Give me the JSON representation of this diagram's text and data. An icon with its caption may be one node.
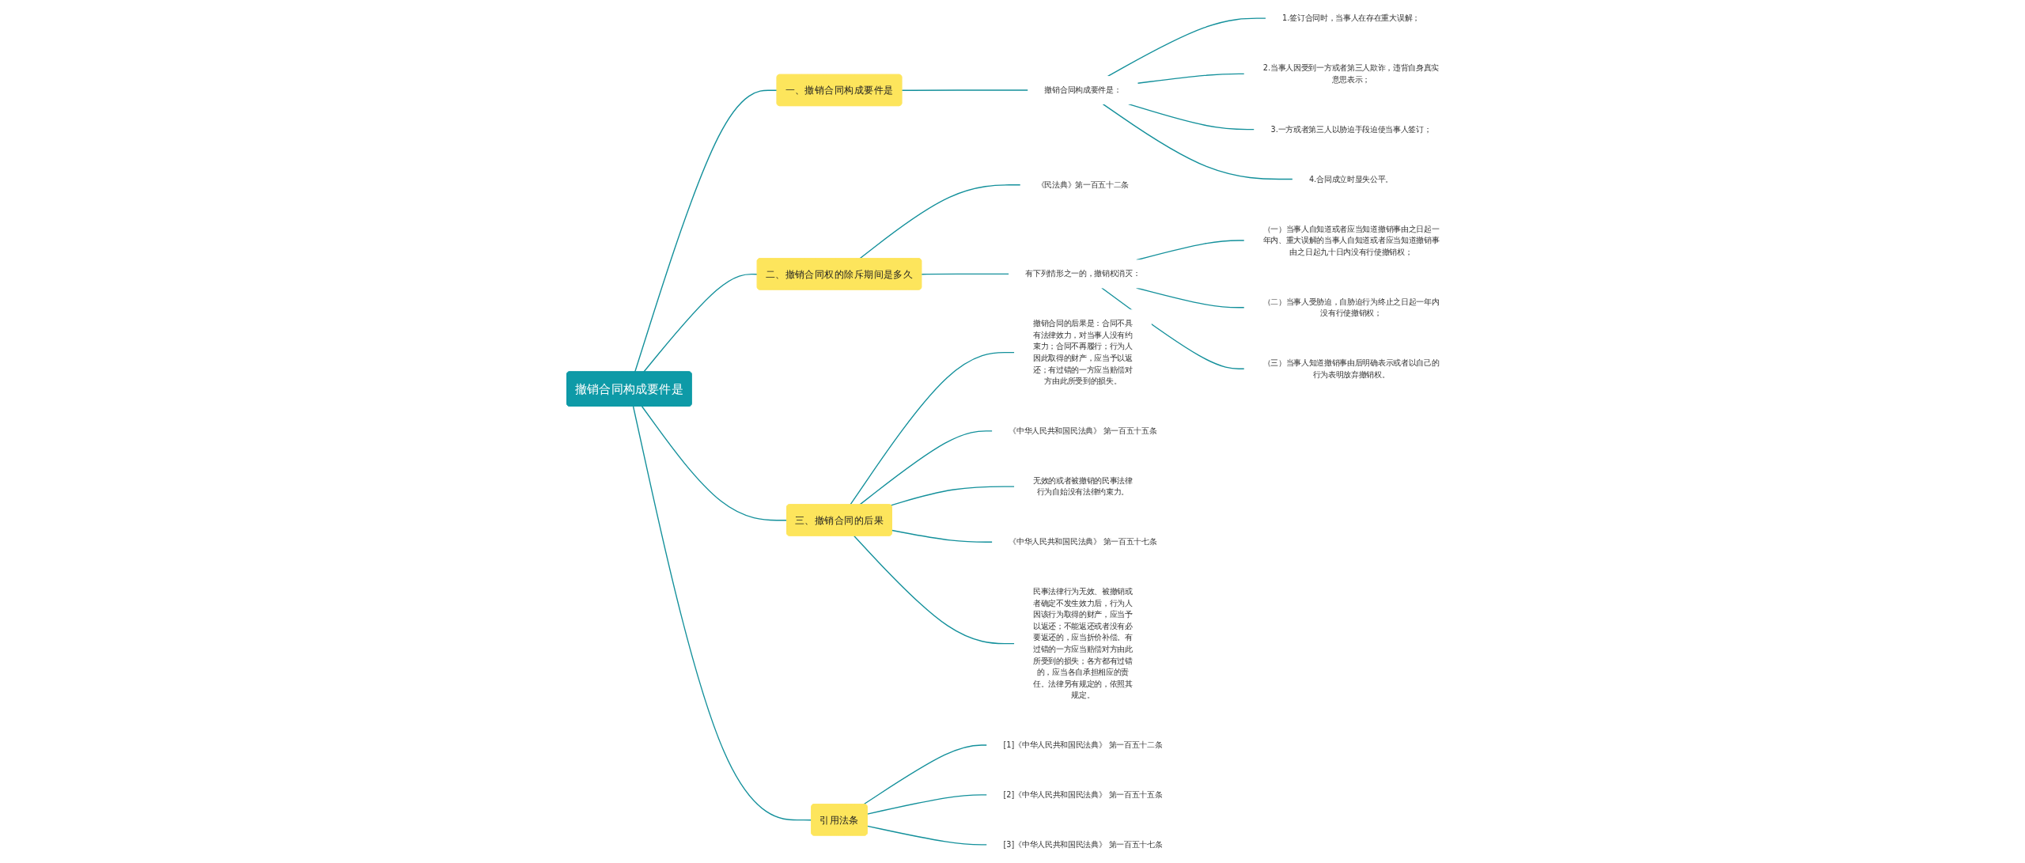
{
  "diagram": {
    "nodes": [
      {
        "text": [
          "撤销合同构成要件是"
        ]
      },
      {
        "text": [
          "一、撤销合同构成要件是"
        ]
      },
      {
        "text": [
          "撤销合同构成要件是："
        ]
      },
      {
        "text": [
          "1.签订合同时，当事人在存在重大误解；"
        ]
      },
      {
        "text": [
          "2.当事人因受到一方或者第三人欺诈，违背自身真实意思表示；"
        ]
      },
      {
        "text": [
          "3.一方或者第三人以胁迫手段迫使当事人签订；"
        ]
      },
      {
        "text": [
          "4.合同成立时显失公平。"
        ]
      },
      {
        "text": [
          "二、撤销合同权的除斥期间是多久"
        ]
      },
      {
        "text": [
          "《民法典》第一百五十二条"
        ]
      },
      {
        "text": [
          "有下列情形之一的，撤销权消灭："
        ]
      },
      {
        "text": [
          "（一）当事人自知道或者应当知道撤销事由之日起一年内、重大误解的当事人自知道或者应当知道撤销事由之日起九十日内没有行使撤销权；"
        ]
      },
      {
        "text": [
          "（二）当事人受胁迫，自胁迫行为终止之日起一年内没有行使撤销权；"
        ]
      },
      {
        "text": [
          "（三）当事人知道撤销事由后明确表示或者以自己的行为表明放弃撤销权。"
        ]
      },
      {
        "text": [
          "三、撤销合同的后果"
        ]
      },
      {
        "text": [
          "撤销合同的后果是：合同不具有法律效力，对当事人没有约束力；合同不再履行；行为人因此取得的财产，应当予以返还；有过错的一方应当赔偿对方由此所受到的损失。"
        ]
      },
      {
        "text": [
          "《中华人民共和国民法典》 第一百五十五条"
        ]
      },
      {
        "text": [
          "无效的或者被撤销的民事法律行为自始没有法律约束力。"
        ]
      },
      {
        "text": [
          "《中华人民共和国民法典》 第一百五十七条"
        ]
      },
      {
        "text": [
          "民事法律行为无效、被撤销或者确定不发生效力后，行为人因该行为取得的财产，应当予以返还；不能返还或者没有必要返还的，应当折价补偿。有过错的一方应当赔偿对方由此所受到的损失；各方都有过错的，应当各自承担相应的责任。法律另有规定的，依照其规定。"
        ]
      },
      {
        "text": [
          "引用法条"
        ]
      },
      {
        "text": [
          "[1]《中华人民共和国民法典》 第一百五十二条"
        ]
      },
      {
        "text": [
          "[2]《中华人民共和国民法典》 第一百五十五条"
        ]
      },
      {
        "text": [
          "[3]《中华人民共和国民法典》 第一百五十七条"
        ]
      }
    ],
    "edges": [
      {
        "from": 0,
        "to": 1,
        "arrow": "none"
      },
      {
        "from": 1,
        "to": 2,
        "arrow": "none"
      },
      {
        "from": 2,
        "to": 3,
        "arrow": "none"
      },
      {
        "from": 2,
        "to": 4,
        "arrow": "none"
      },
      {
        "from": 2,
        "to": 5,
        "arrow": "none"
      },
      {
        "from": 2,
        "to": 6,
        "arrow": "none"
      },
      {
        "from": 0,
        "to": 7,
        "arrow": "none"
      },
      {
        "from": 7,
        "to": 8,
        "arrow": "none"
      },
      {
        "from": 7,
        "to": 9,
        "arrow": "none"
      },
      {
        "from": 9,
        "to": 10,
        "arrow": "none"
      },
      {
        "from": 9,
        "to": 11,
        "arrow": "none"
      },
      {
        "from": 9,
        "to": 12,
        "arrow": "none"
      },
      {
        "from": 0,
        "to": 13,
        "arrow": "none"
      },
      {
        "from": 13,
        "to": 14,
        "arrow": "none"
      },
      {
        "from": 13,
        "to": 15,
        "arrow": "none"
      },
      {
        "from": 13,
        "to": 16,
        "arrow": "none"
      },
      {
        "from": 13,
        "to": 17,
        "arrow": "none"
      },
      {
        "from": 13,
        "to": 18,
        "arrow": "none"
      },
      {
        "from": 0,
        "to": 19,
        "arrow": "none"
      },
      {
        "from": 19,
        "to": 20,
        "arrow": "none"
      },
      {
        "from": 19,
        "to": 21,
        "arrow": "none"
      },
      {
        "from": 19,
        "to": 22,
        "arrow": "none"
      }
    ]
  }
}
